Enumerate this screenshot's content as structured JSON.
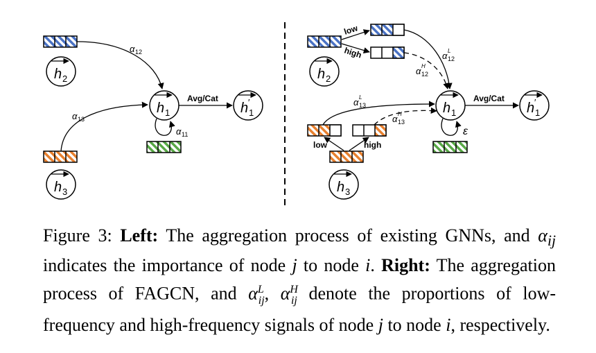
{
  "diagram": {
    "left": {
      "nodes": {
        "h2": "h",
        "h2_sub": "2",
        "h3": "h",
        "h3_sub": "3",
        "h1": "h",
        "h1_sub": "1",
        "h1p": "h",
        "h1p_sub": "1",
        "h1p_prime": "′"
      },
      "edge_labels": {
        "a12": "α",
        "a12_sub": "12",
        "a13": "α",
        "a13_sub": "13",
        "a11": "α",
        "a11_sub": "11"
      },
      "aggregation": "Avg/Cat"
    },
    "right": {
      "nodes": {
        "h2": "h",
        "h2_sub": "2",
        "h3": "h",
        "h3_sub": "3",
        "h1": "h",
        "h1_sub": "1",
        "h1p": "h",
        "h1p_sub": "1",
        "h1p_prime": "′"
      },
      "filter_labels": {
        "low_top": "low",
        "high_top": "high",
        "low_bottom": "low",
        "high_bottom": "high"
      },
      "edge_labels": {
        "a12L": "α",
        "a12L_sub": "12",
        "a12L_sup": "L",
        "a12H": "α",
        "a12H_sub": "12",
        "a12H_sup": "H",
        "a13L": "α",
        "a13L_sub": "13",
        "a13L_sup": "L",
        "a13H": "α",
        "a13H_sub": "13",
        "a13H_sup": "H",
        "eps": "ε"
      },
      "aggregation": "Avg/Cat"
    },
    "colors": {
      "blue": "#4a72c4",
      "orange": "#e8802e",
      "green": "#58a846"
    }
  },
  "caption": {
    "prefix": "Figure 3: ",
    "left_label": "Left:",
    "text1": " The aggregation process of existing GNNs, and ",
    "alpha_ij": "α",
    "ij": "ij",
    "text2": " indicates the importance of node ",
    "j": "j",
    "text3": " to node ",
    "i": "i",
    "text4": ". ",
    "right_label": "Right:",
    "text5": " The aggregation process of FAGCN, and ",
    "alpha_L": "α",
    "alpha_L_sub": "ij",
    "alpha_L_sup": "L",
    "sep": ", ",
    "alpha_H": "α",
    "alpha_H_sub": "ij",
    "alpha_H_sup": "H",
    "text6": " denote the proportions of low-frequency and high-frequency signals of node ",
    "j2": "j",
    "text7": " to node ",
    "i2": "i",
    "text8": ", respectively."
  }
}
